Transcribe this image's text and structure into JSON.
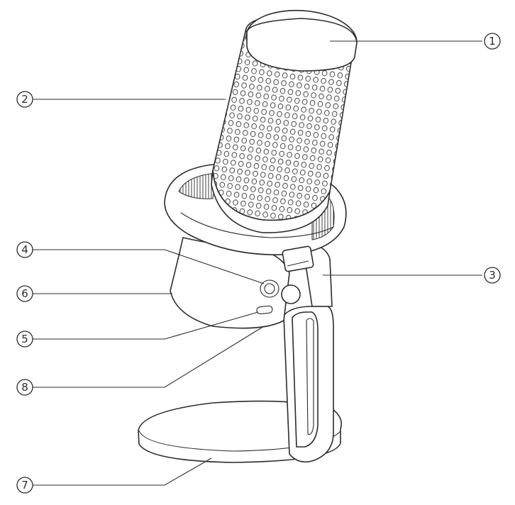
{
  "callouts": [
    {
      "id": "1",
      "label": "1"
    },
    {
      "id": "2",
      "label": "2"
    },
    {
      "id": "3",
      "label": "3"
    },
    {
      "id": "4",
      "label": "4"
    },
    {
      "id": "5",
      "label": "5"
    },
    {
      "id": "6",
      "label": "6"
    },
    {
      "id": "7",
      "label": "7"
    },
    {
      "id": "8",
      "label": "8"
    }
  ],
  "colors": {
    "line": "#2b2b2b",
    "background": "#ffffff"
  }
}
